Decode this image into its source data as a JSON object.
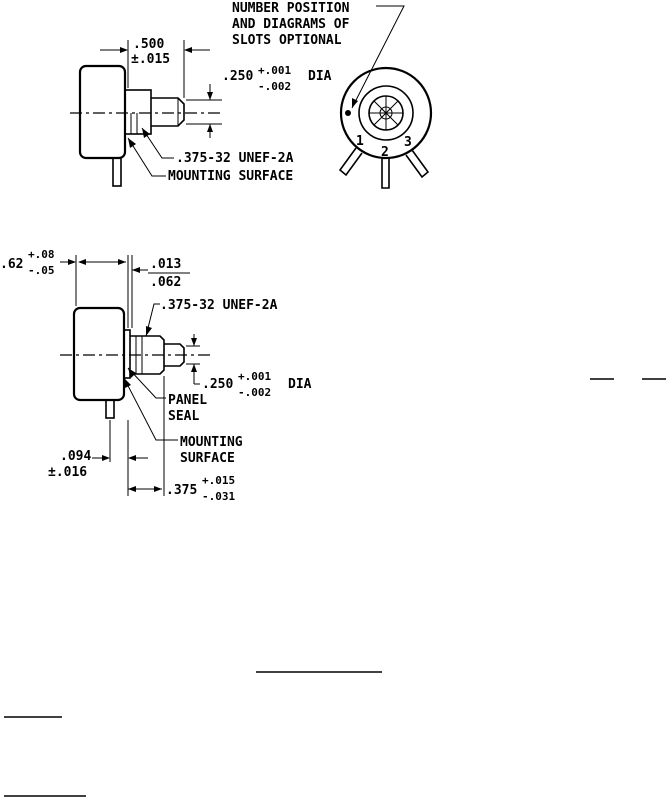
{
  "figure_a": {
    "note_line1": "NUMBER POSITION",
    "note_line2": "AND DIAGRAMS OF",
    "note_line3": "SLOTS OPTIONAL",
    "dim_length": ".500",
    "dim_length_tol": "±.015",
    "shaft_dia": ".250",
    "shaft_tol_plus": "+.001",
    "shaft_tol_minus": "-.002",
    "dia_label": "DIA",
    "thread": ".375-32 UNEF-2A",
    "mounting_surface": "MOUNTING SURFACE",
    "terminal_1": "1",
    "terminal_2": "2",
    "terminal_3": "3"
  },
  "figure_b": {
    "body_length": ".62",
    "body_tol_plus": "+.08",
    "body_tol_minus": "-.05",
    "seal_top": ".013",
    "seal_bottom": ".062",
    "thread": ".375-32 UNEF-2A",
    "shaft_dia": ".250",
    "shaft_tol_plus": "+.001",
    "shaft_tol_minus": "-.002",
    "dia_label": "DIA",
    "panel_seal_1": "PANEL",
    "panel_seal_2": "SEAL",
    "mounting_1": "MOUNTING",
    "mounting_2": "SURFACE",
    "terminal_dim": ".094",
    "terminal_tol": "±.016",
    "bushing_length": ".375",
    "bushing_tol_plus": "+.015",
    "bushing_tol_minus": "-.031"
  }
}
